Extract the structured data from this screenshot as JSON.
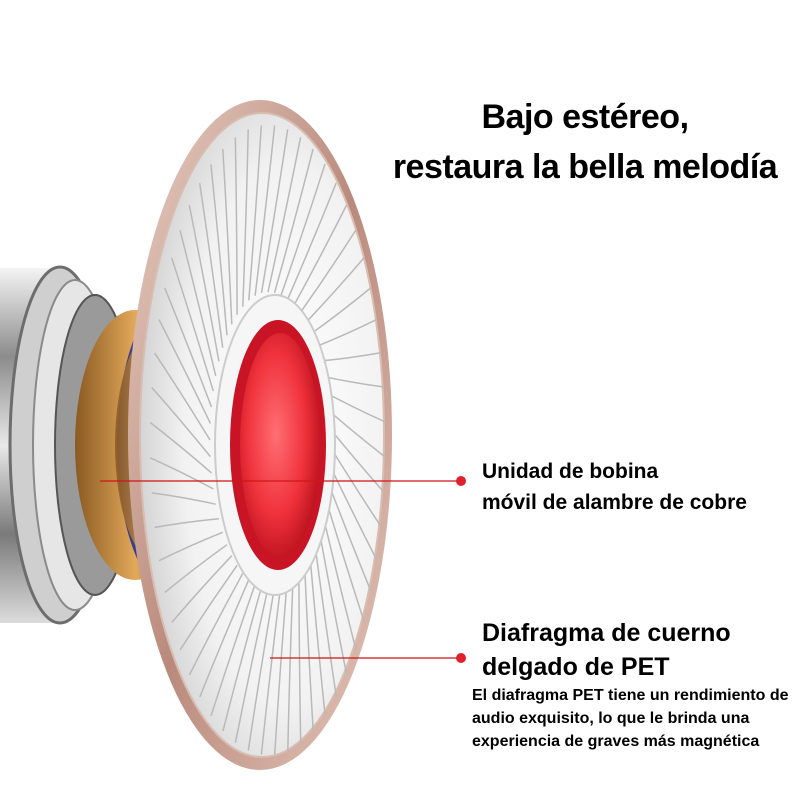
{
  "headline": {
    "line1": "Bajo estéreo,",
    "line2": "restaura la bella melodía"
  },
  "callouts": [
    {
      "line1": "Unidad de bobina",
      "line2": "móvil de alambre de cobre"
    },
    {
      "line1": "Diafragma de cuerno",
      "line2": "delgado de PET",
      "description": "El diafragma PET tiene un rendimiento de audio exquisito, lo que le brinda una experiencia de graves más magnética"
    }
  ],
  "colors": {
    "accent": "#e0202a",
    "pointer": "#d01818",
    "rim": "#c9a496",
    "copper": "#c98a3c",
    "coil_blue": "#3b3c8c"
  },
  "icons": [
    "speaker-driver-illustration",
    "callout-dot"
  ]
}
